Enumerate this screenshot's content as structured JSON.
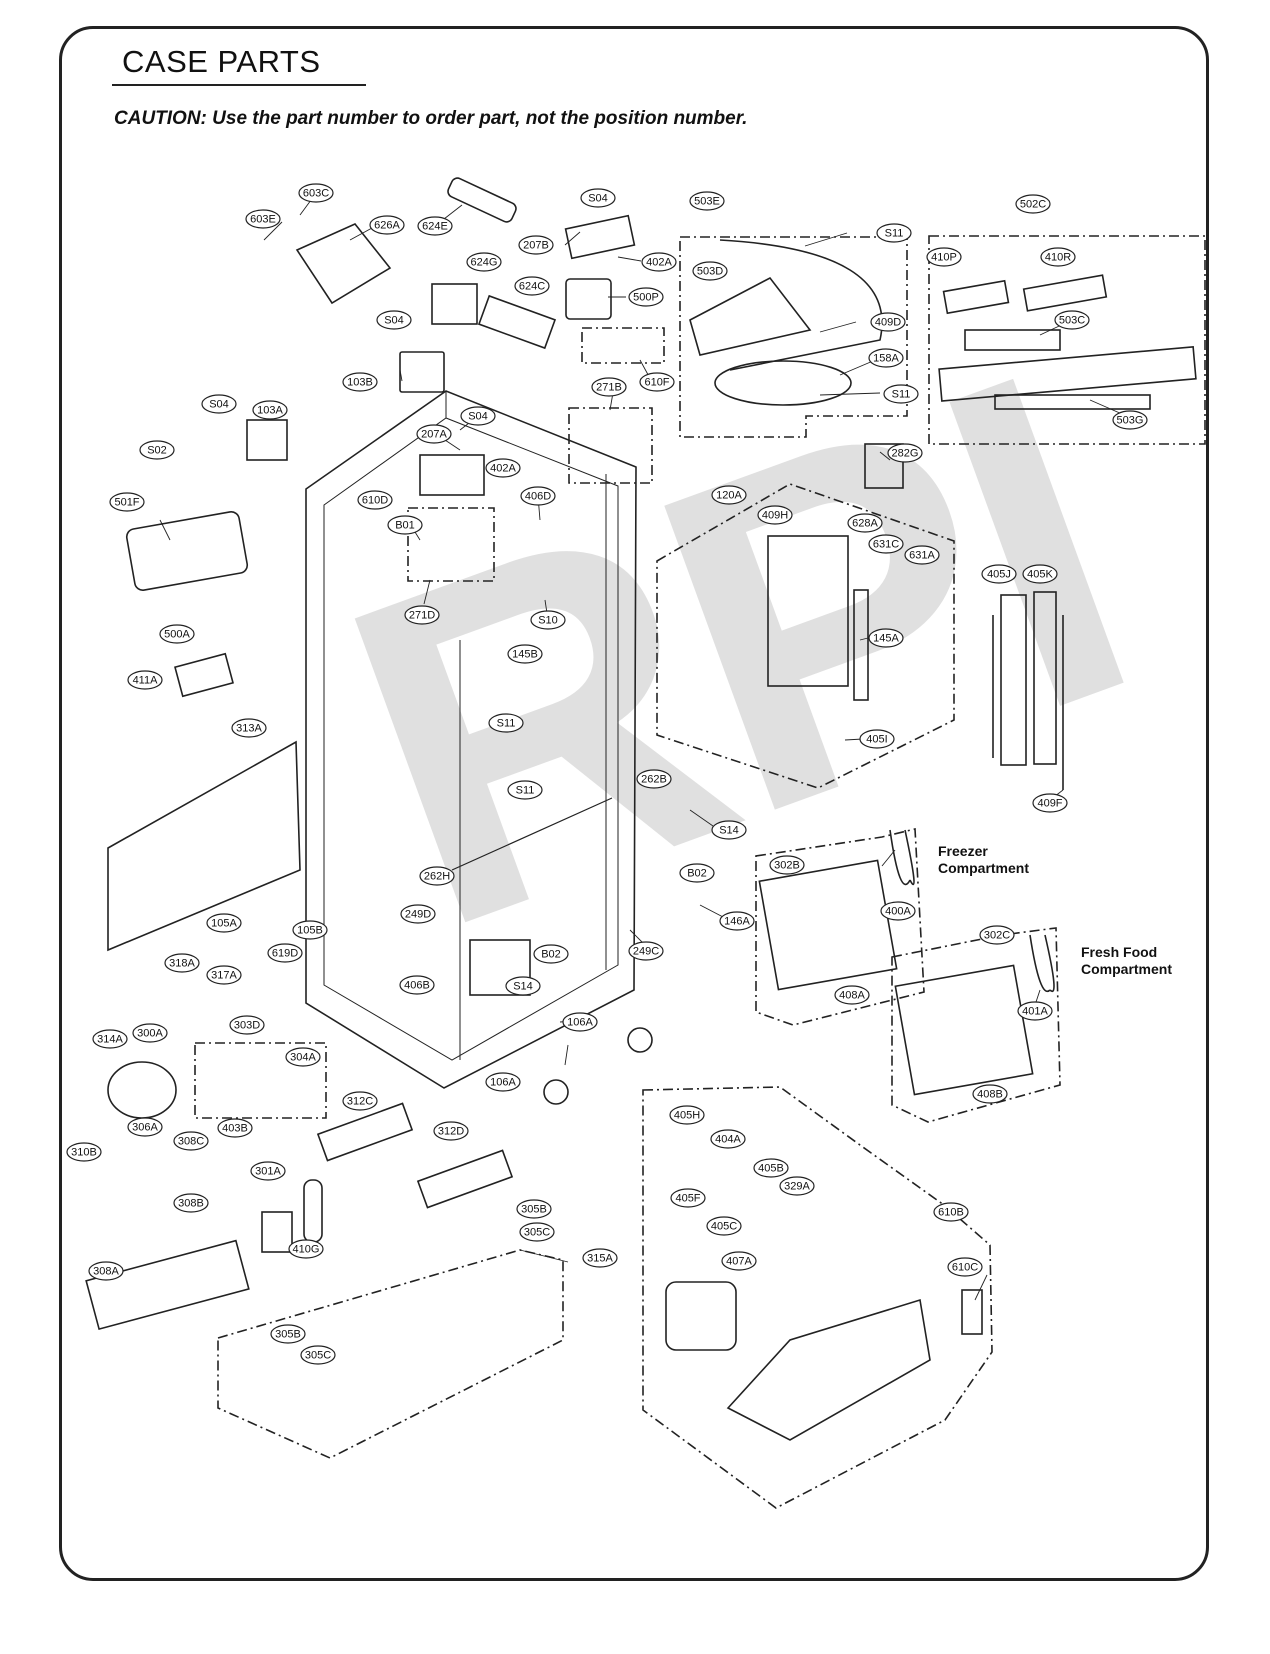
{
  "page": {
    "title": "CASE PARTS",
    "caution": "CAUTION: Use the part number to order part, not the position number.",
    "watermark": "RPI"
  },
  "notes": {
    "freezer": [
      "Freezer",
      "Compartment"
    ],
    "fresh_food": [
      "Fresh Food",
      "Compartment"
    ]
  },
  "callouts": [
    {
      "id": "603E"
    },
    {
      "id": "603C"
    },
    {
      "id": "626A"
    },
    {
      "id": "624E"
    },
    {
      "id": "S04a",
      "label": "S04"
    },
    {
      "id": "207B"
    },
    {
      "id": "402A"
    },
    {
      "id": "624G"
    },
    {
      "id": "624C"
    },
    {
      "id": "500P"
    },
    {
      "id": "503E"
    },
    {
      "id": "502C"
    },
    {
      "id": "503D"
    },
    {
      "id": "S11a",
      "label": "S11"
    },
    {
      "id": "410P"
    },
    {
      "id": "410R"
    },
    {
      "id": "409D"
    },
    {
      "id": "503C"
    },
    {
      "id": "158A"
    },
    {
      "id": "S11b",
      "label": "S11"
    },
    {
      "id": "503G"
    },
    {
      "id": "S04b",
      "label": "S04"
    },
    {
      "id": "103B"
    },
    {
      "id": "610F"
    },
    {
      "id": "271B"
    },
    {
      "id": "S04c",
      "label": "S04"
    },
    {
      "id": "103A"
    },
    {
      "id": "207A"
    },
    {
      "id": "S04d",
      "label": "S04"
    },
    {
      "id": "S02"
    },
    {
      "id": "402A2",
      "label": "402A"
    },
    {
      "id": "610D"
    },
    {
      "id": "406D"
    },
    {
      "id": "501F"
    },
    {
      "id": "B01"
    },
    {
      "id": "282G"
    },
    {
      "id": "120A"
    },
    {
      "id": "409H"
    },
    {
      "id": "628A"
    },
    {
      "id": "631C"
    },
    {
      "id": "631A"
    },
    {
      "id": "271D"
    },
    {
      "id": "S10"
    },
    {
      "id": "405J"
    },
    {
      "id": "405K"
    },
    {
      "id": "500A"
    },
    {
      "id": "145B"
    },
    {
      "id": "145A"
    },
    {
      "id": "411A"
    },
    {
      "id": "S11c",
      "label": "S11"
    },
    {
      "id": "405I"
    },
    {
      "id": "313A"
    },
    {
      "id": "S11d",
      "label": "S11"
    },
    {
      "id": "262B"
    },
    {
      "id": "409F"
    },
    {
      "id": "S14a",
      "label": "S14"
    },
    {
      "id": "302B"
    },
    {
      "id": "B02a",
      "label": "B02"
    },
    {
      "id": "262H"
    },
    {
      "id": "400A"
    },
    {
      "id": "105A"
    },
    {
      "id": "105B"
    },
    {
      "id": "249D"
    },
    {
      "id": "146A"
    },
    {
      "id": "302C"
    },
    {
      "id": "B02b",
      "label": "B02"
    },
    {
      "id": "249C"
    },
    {
      "id": "619D"
    },
    {
      "id": "318A"
    },
    {
      "id": "317A"
    },
    {
      "id": "406B"
    },
    {
      "id": "S14b",
      "label": "S14"
    },
    {
      "id": "408A"
    },
    {
      "id": "401A"
    },
    {
      "id": "106A"
    },
    {
      "id": "303D"
    },
    {
      "id": "300A"
    },
    {
      "id": "314A"
    },
    {
      "id": "304A"
    },
    {
      "id": "106A2",
      "label": "106A"
    },
    {
      "id": "408B"
    },
    {
      "id": "312C"
    },
    {
      "id": "405H"
    },
    {
      "id": "306A"
    },
    {
      "id": "310B"
    },
    {
      "id": "312D"
    },
    {
      "id": "404A"
    },
    {
      "id": "308C"
    },
    {
      "id": "403B"
    },
    {
      "id": "405B"
    },
    {
      "id": "301A"
    },
    {
      "id": "405F"
    },
    {
      "id": "329A"
    },
    {
      "id": "308B"
    },
    {
      "id": "405C"
    },
    {
      "id": "305B"
    },
    {
      "id": "610B"
    },
    {
      "id": "305C"
    },
    {
      "id": "410G"
    },
    {
      "id": "407A"
    },
    {
      "id": "315A"
    },
    {
      "id": "308A"
    },
    {
      "id": "610C"
    },
    {
      "id": "305B2",
      "label": "305B"
    },
    {
      "id": "305C2",
      "label": "305C"
    }
  ]
}
